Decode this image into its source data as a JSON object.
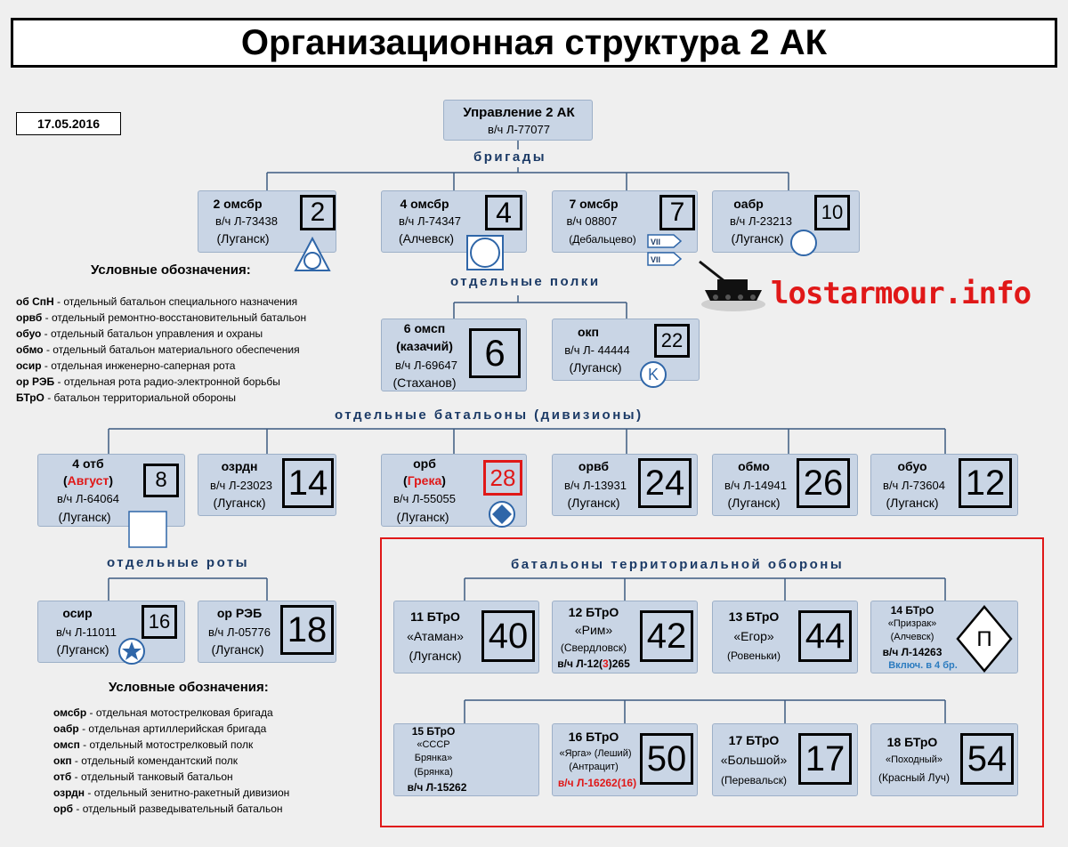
{
  "title": "Организационная структура 2 АК",
  "date": "17.05.2016",
  "hq": {
    "name": "Управление 2 АК",
    "unit_no": "в/ч Л-77077"
  },
  "sections": {
    "brigades": "бригады",
    "regiments": "отдельные полки",
    "battalions": "отдельные батальоны (дивизионы)",
    "companies": "отдельные роты",
    "territorial": "батальоны территориальной обороны"
  },
  "brigades": [
    {
      "name": "2 омсбр",
      "unit_no": "в/ч Л-73438",
      "location": "(Луганск)",
      "number": "2"
    },
    {
      "name": "4 омсбр",
      "unit_no": "в/ч Л-74347",
      "location": "(Алчевск)",
      "number": "4"
    },
    {
      "name": "7 омсбр",
      "unit_no": "в/ч 08807",
      "location": "(Дебальцево)",
      "number": "7",
      "flag1": "VII",
      "flag2": "VII"
    },
    {
      "name": "оабр",
      "unit_no": "в/ч Л-23213",
      "location": "(Луганск)",
      "number": "10"
    }
  ],
  "regiments": [
    {
      "name": "6 омсп",
      "name2": "(казачий)",
      "unit_no": "в/ч Л-69647",
      "location": "(Стаханов)",
      "number": "6"
    },
    {
      "name": "окп",
      "unit_no": "в/ч Л- 44444",
      "location": "(Луганск)",
      "number": "22",
      "symbol": "K"
    }
  ],
  "battalions": [
    {
      "name": "4 отб",
      "nick_open": "(",
      "nick": "Август",
      "nick_close": ")",
      "unit_no": "в/ч Л-64064",
      "location": "(Луганск)",
      "number": "8"
    },
    {
      "name": "озрдн",
      "unit_no": "в/ч Л-23023",
      "location": "(Луганск)",
      "number": "14"
    },
    {
      "name": "орб",
      "nick_open": "(",
      "nick": "Грека",
      "nick_close": ")",
      "unit_no": "в/ч Л-55055",
      "location": "(Луганск)",
      "number": "28"
    },
    {
      "name": "орвб",
      "unit_no": "в/ч Л-13931",
      "location": "(Луганск)",
      "number": "24"
    },
    {
      "name": "обмо",
      "unit_no": "в/ч Л-14941",
      "location": "(Луганск)",
      "number": "26"
    },
    {
      "name": "обуо",
      "unit_no": "в/ч Л-73604",
      "location": "(Луганск)",
      "number": "12"
    }
  ],
  "companies": [
    {
      "name": "осир",
      "unit_no": "в/ч Л-11011",
      "location": "(Луганск)",
      "number": "16"
    },
    {
      "name": "ор РЭБ",
      "unit_no": "в/ч Л-05776",
      "location": "(Луганск)",
      "number": "18"
    }
  ],
  "territorial": [
    {
      "name": "11 БТрО",
      "nick": "«Атаман»",
      "location": "(Луганск)",
      "number": "40"
    },
    {
      "name": "12 БТрО",
      "nick": "«Рим»",
      "location": "(Свердловск)",
      "unit_pre": "в/ч Л-12(",
      "unit_red": "3",
      "unit_post": ")265",
      "number": "42"
    },
    {
      "name": "13 БТрО",
      "nick": "«Егор»",
      "location": "(Ровеньки)",
      "number": "44"
    },
    {
      "name": "14 БТрО",
      "nick": "«Призрак»",
      "location": "(Алчевск)",
      "unit_no": "в/ч Л-14263",
      "note": "Включ. в 4 бр.",
      "symbol": "П"
    },
    {
      "name": "15 БТрО",
      "nick": "«СССР",
      "nick2": "Брянка»",
      "location": "(Брянка)",
      "unit_no": "в/ч Л-15262"
    },
    {
      "name": "16 БТрО",
      "nick": "«Ярга» (Леший)",
      "location": "(Антрацит)",
      "unit_no": "в/ч Л-16262(16)",
      "number": "50"
    },
    {
      "name": "17 БТрО",
      "nick": "«Большой»",
      "location": "(Перевальск)",
      "number": "17"
    },
    {
      "name": "18 БТрО",
      "nick": "«Походный»",
      "location": "(Красный Луч)",
      "number": "54"
    }
  ],
  "legend1": {
    "title": "Условные обозначения:",
    "items": [
      {
        "abbr": "об СпН",
        "text": " - отдельный батальон специального назначения"
      },
      {
        "abbr": "орвб",
        "text": " - отдельный ремонтно-восстановительный батальон"
      },
      {
        "abbr": "обуо",
        "text": " - отдельный батальон управления и охраны"
      },
      {
        "abbr": "обмо",
        "text": " - отдельный батальон материального обеспечения"
      },
      {
        "abbr": "осир",
        "text": " - отдельная инженерно-саперная рота"
      },
      {
        "abbr": "ор РЭБ",
        "text": " - отдельная рота радио-электронной борьбы"
      },
      {
        "abbr": "БТрО",
        "text": " - батальон территориальной обороны"
      }
    ]
  },
  "legend2": {
    "title": "Условные обозначения:",
    "items": [
      {
        "abbr": "омсбр",
        "text": " - отдельная мотострелковая бригада"
      },
      {
        "abbr": "оабр",
        "text": " - отдельная артиллерийская бригада"
      },
      {
        "abbr": "омсп",
        "text": " - отдельный мотострелковый полк"
      },
      {
        "abbr": "окп",
        "text": " - отдельный комендантский полк"
      },
      {
        "abbr": "отб",
        "text": " - отдельный танковый батальон"
      },
      {
        "abbr": "озрдн",
        "text": " - отдельный зенитно-ракетный дивизион"
      },
      {
        "abbr": "орб",
        "text": " - отдельный разведывательный батальон"
      }
    ]
  },
  "logo": "lostarmour.info",
  "colors": {
    "box_fill": "#c9d5e5",
    "section_text": "#1b3a66",
    "accent_red": "#e01818",
    "note_blue": "#2b7bbf"
  }
}
